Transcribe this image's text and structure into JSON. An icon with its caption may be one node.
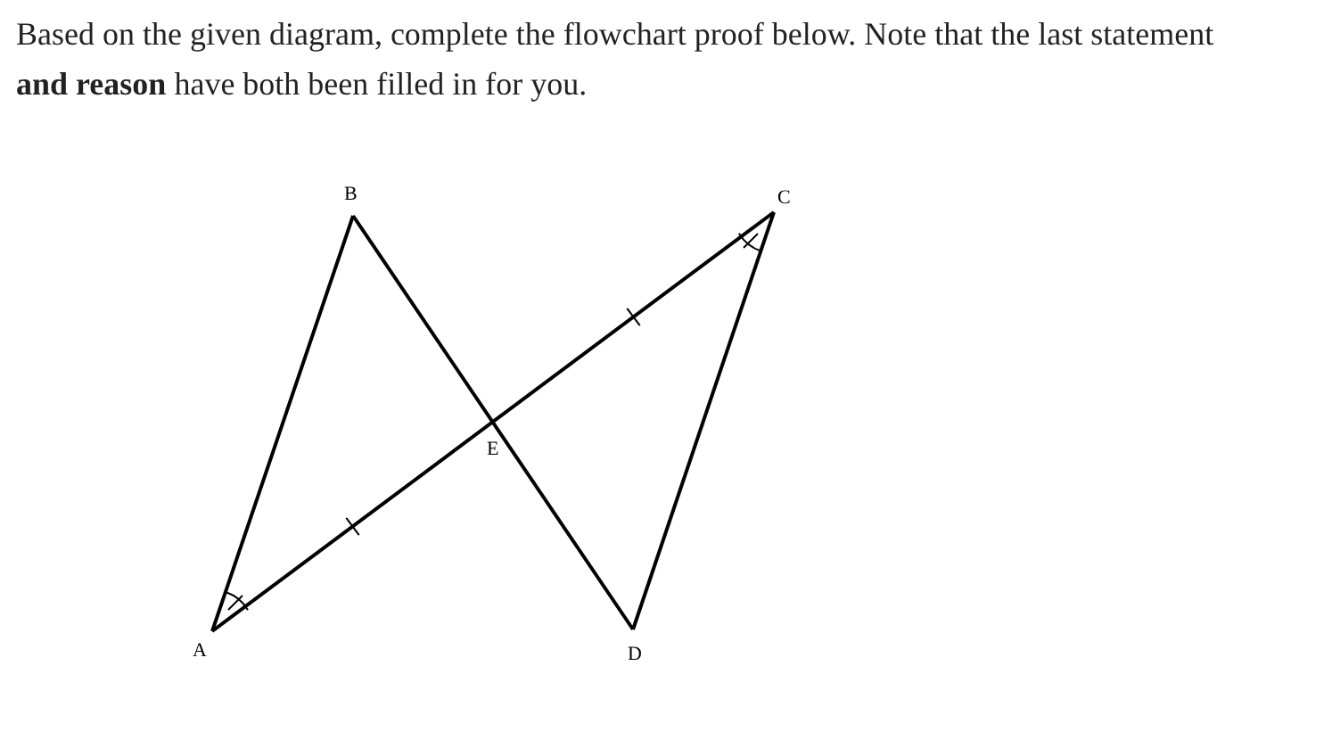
{
  "diagram": {
    "labels": [
      "Based on the given diagram, complete the flowchart proof below. Note that the last statement **and reason** have both been filled in for you.",
      "B",
      "C",
      "E",
      "A",
      "D"
    ]
  }
}
